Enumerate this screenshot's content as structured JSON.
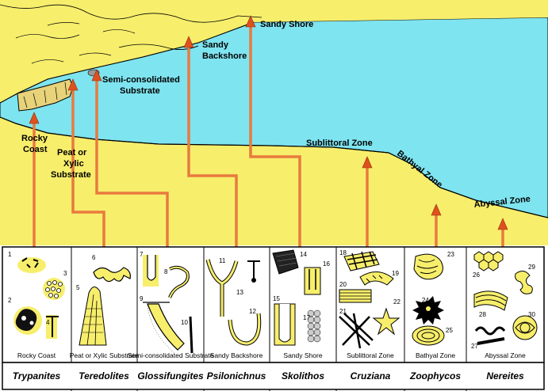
{
  "colors": {
    "sand": "#f7ee6c",
    "water": "#7ee4f0",
    "arrow": "#e0501e",
    "outline": "#000000",
    "panel_bg": "#ffffff"
  },
  "environments": [
    {
      "id": "sandy-shore",
      "lines": [
        "Sandy Shore"
      ]
    },
    {
      "id": "sandy-backshore",
      "lines": [
        "Sandy",
        "Backshore"
      ]
    },
    {
      "id": "semi-consolidated",
      "lines": [
        "Semi-consolidated",
        "Substrate"
      ]
    },
    {
      "id": "rocky-coast",
      "lines": [
        "Rocky",
        "Coast"
      ]
    },
    {
      "id": "peat",
      "lines": [
        "Peat or",
        "Xylic",
        "Substrate"
      ]
    }
  ],
  "zones": [
    {
      "id": "sublittoral",
      "label": "Sublittoral Zone"
    },
    {
      "id": "bathyal",
      "label": "Bathyal Zone"
    },
    {
      "id": "abyssal",
      "label": "Abyssal Zone"
    }
  ],
  "panels": [
    {
      "numbers": [
        "1",
        "2",
        "3",
        "4"
      ],
      "caption": "Rocky Coast",
      "ichnofacies": "Trypanites"
    },
    {
      "numbers": [
        "5",
        "6"
      ],
      "caption": "Peat or Xylic Substrate",
      "ichnofacies": "Teredolites"
    },
    {
      "numbers": [
        "7",
        "8",
        "9",
        "10"
      ],
      "caption": "Semi-consolidated Substrate",
      "ichnofacies": "Glossifungites"
    },
    {
      "numbers": [
        "11",
        "12",
        "13"
      ],
      "caption": "Sandy Backshore",
      "ichnofacies": "Psilonichnus"
    },
    {
      "numbers": [
        "14",
        "15",
        "16",
        "17"
      ],
      "caption": "Sandy Shore",
      "ichnofacies": "Skolithos"
    },
    {
      "numbers": [
        "18",
        "19",
        "20",
        "21",
        "22"
      ],
      "caption": "Sublittoral Zone",
      "ichnofacies": "Cruziana"
    },
    {
      "numbers": [
        "23",
        "24",
        "25"
      ],
      "caption": "Bathyal Zone",
      "ichnofacies": "Zoophycos"
    },
    {
      "numbers": [
        "26",
        "27",
        "28",
        "29",
        "30"
      ],
      "caption": "Abyssal Zone",
      "ichnofacies": "Nereites"
    }
  ]
}
